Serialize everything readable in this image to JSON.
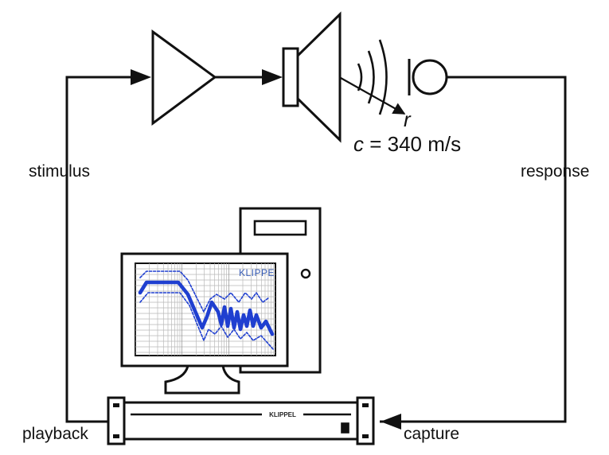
{
  "labels": {
    "stimulus": "stimulus",
    "response": "response",
    "playback": "playback",
    "capture": "capture",
    "distance_symbol": "r",
    "speed_symbol": "c",
    "speed_value": " = 340 m/s"
  },
  "brand": {
    "screen": "KLIPPEL",
    "hardware": "KLIPPEL"
  },
  "colors": {
    "line": "#111111",
    "plot_trace": "#1f3fd0",
    "plot_grid": "#b9b9b9",
    "brand": "#3a5fb8"
  }
}
